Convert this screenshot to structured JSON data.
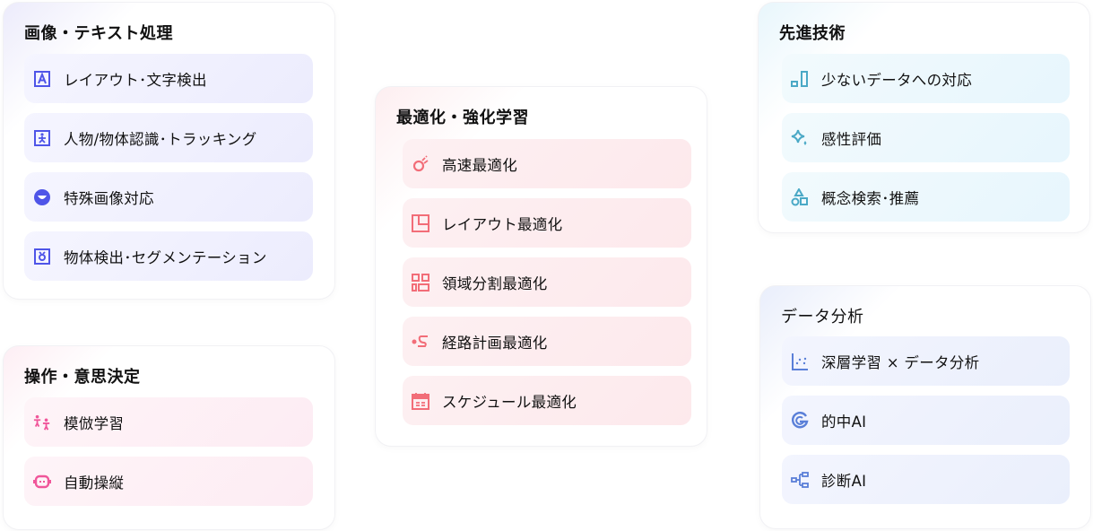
{
  "colors": {
    "purple": "#4f55e8",
    "red": "#f26d78",
    "pink": "#f0569a",
    "teal": "#4aa9c6",
    "blue": "#5a7fd8"
  },
  "cards": [
    {
      "id": "c-img",
      "name": "image-text-processing-card",
      "title": "画像・テキスト処理",
      "color": "#4f55e8",
      "first": 57,
      "step": 66,
      "items": [
        {
          "label": "レイアウト･文字検出",
          "icon": "text-box-a-icon"
        },
        {
          "label": "人物/物体認識･トラッキング",
          "icon": "person-running-icon"
        },
        {
          "label": "特殊画像対応",
          "icon": "smile-face-icon"
        },
        {
          "label": "物体検出･セグメンテーション",
          "icon": "object-detect-icon"
        }
      ]
    },
    {
      "id": "c-op",
      "name": "operation-decision-card",
      "title": "操作・意思決定",
      "color": "#f0569a",
      "first": 57,
      "step": 66,
      "items": [
        {
          "label": "模倣学習",
          "icon": "two-people-icon"
        },
        {
          "label": "自動操縦",
          "icon": "robot-icon"
        }
      ]
    },
    {
      "id": "c-opt",
      "name": "optimization-rl-card",
      "title": "最適化・強化学習",
      "color": "#f26d78",
      "first": 58,
      "step": 66,
      "items": [
        {
          "label": "高速最適化",
          "icon": "comet-icon"
        },
        {
          "label": "レイアウト最適化",
          "icon": "layout-icon"
        },
        {
          "label": "領域分割最適化",
          "icon": "grid-icon"
        },
        {
          "label": "経路計画最適化",
          "icon": "route-icon"
        },
        {
          "label": "スケジュール最適化",
          "icon": "calendar-icon"
        }
      ]
    },
    {
      "id": "c-adv",
      "name": "advanced-tech-card",
      "title": "先進技術",
      "color": "#4aa9c6",
      "first": 57,
      "step": 66,
      "items": [
        {
          "label": "少ないデータへの対応",
          "icon": "small-data-bars-icon"
        },
        {
          "label": "感性評価",
          "icon": "sparkle-icon"
        },
        {
          "label": "概念検索･推薦",
          "icon": "shapes-icon"
        }
      ]
    },
    {
      "id": "c-data",
      "name": "data-analysis-card",
      "title": "データ分析",
      "color": "#5a7fd8",
      "first": 56,
      "step": 66,
      "items": [
        {
          "label": "深層学習 × データ分析",
          "icon": "scatter-plot-icon"
        },
        {
          "label": "的中AI",
          "icon": "target-g-icon"
        },
        {
          "label": "診断AI",
          "icon": "flow-diagram-icon"
        }
      ]
    }
  ]
}
